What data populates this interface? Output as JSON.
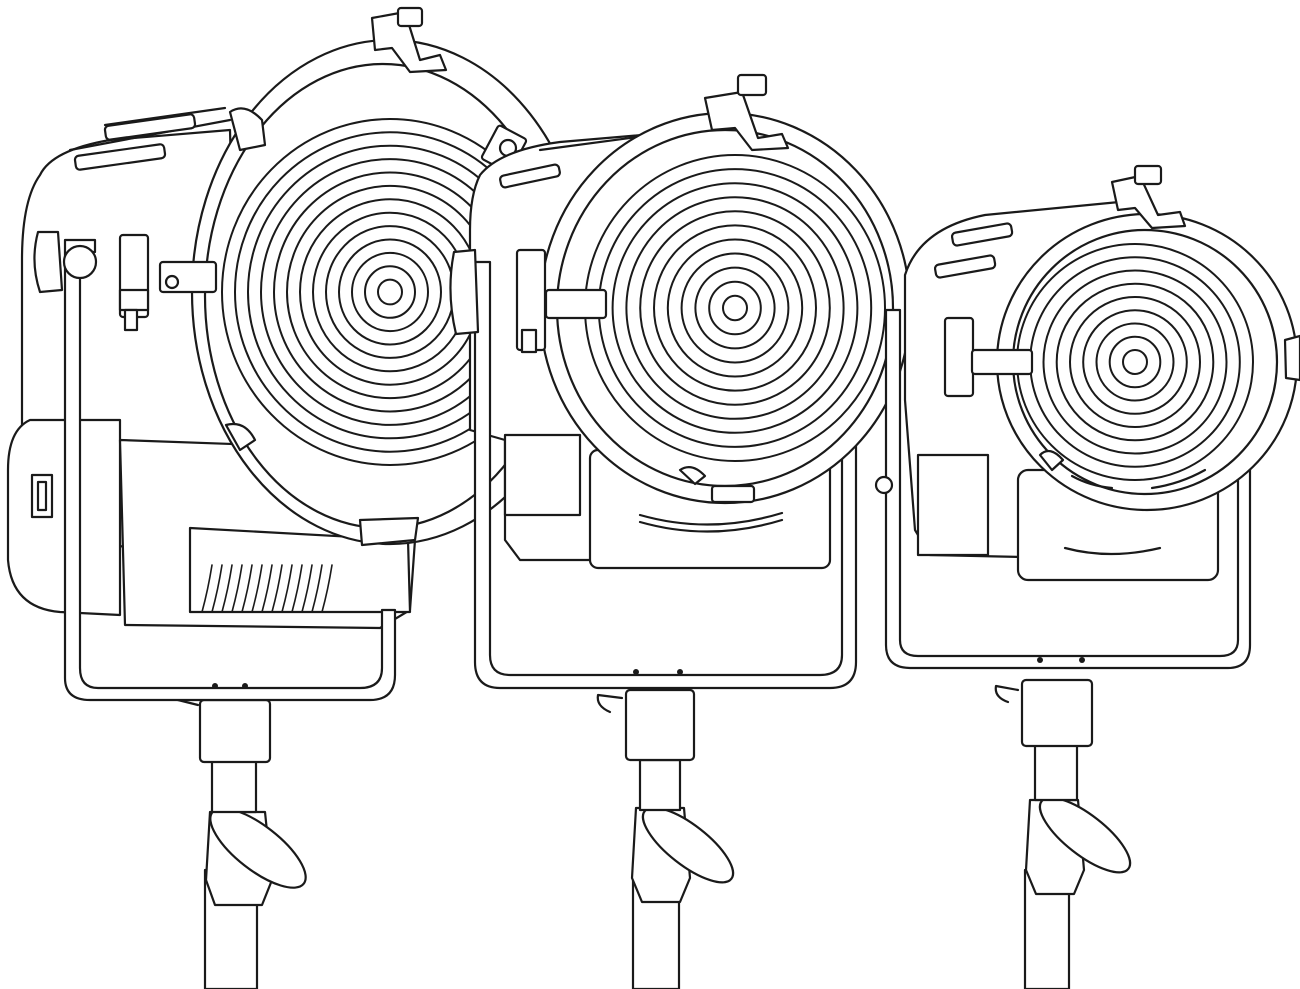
{
  "illustration": {
    "subject": "fresnel-lights-lineup",
    "colors": {
      "stroke": "#1a1a1a",
      "fill": "#ffffff",
      "background": "#ffffff"
    },
    "fixtures": [
      {
        "id": "large-fresnel",
        "fresnel_ring_count": 13
      },
      {
        "id": "medium-fresnel",
        "fresnel_ring_count": 11
      },
      {
        "id": "small-fresnel",
        "fresnel_ring_count": 9
      }
    ],
    "icons": [
      "fresnel-lens-icon",
      "yoke-knob-icon",
      "stand-clamp-icon",
      "barn-door-clip-icon"
    ]
  }
}
